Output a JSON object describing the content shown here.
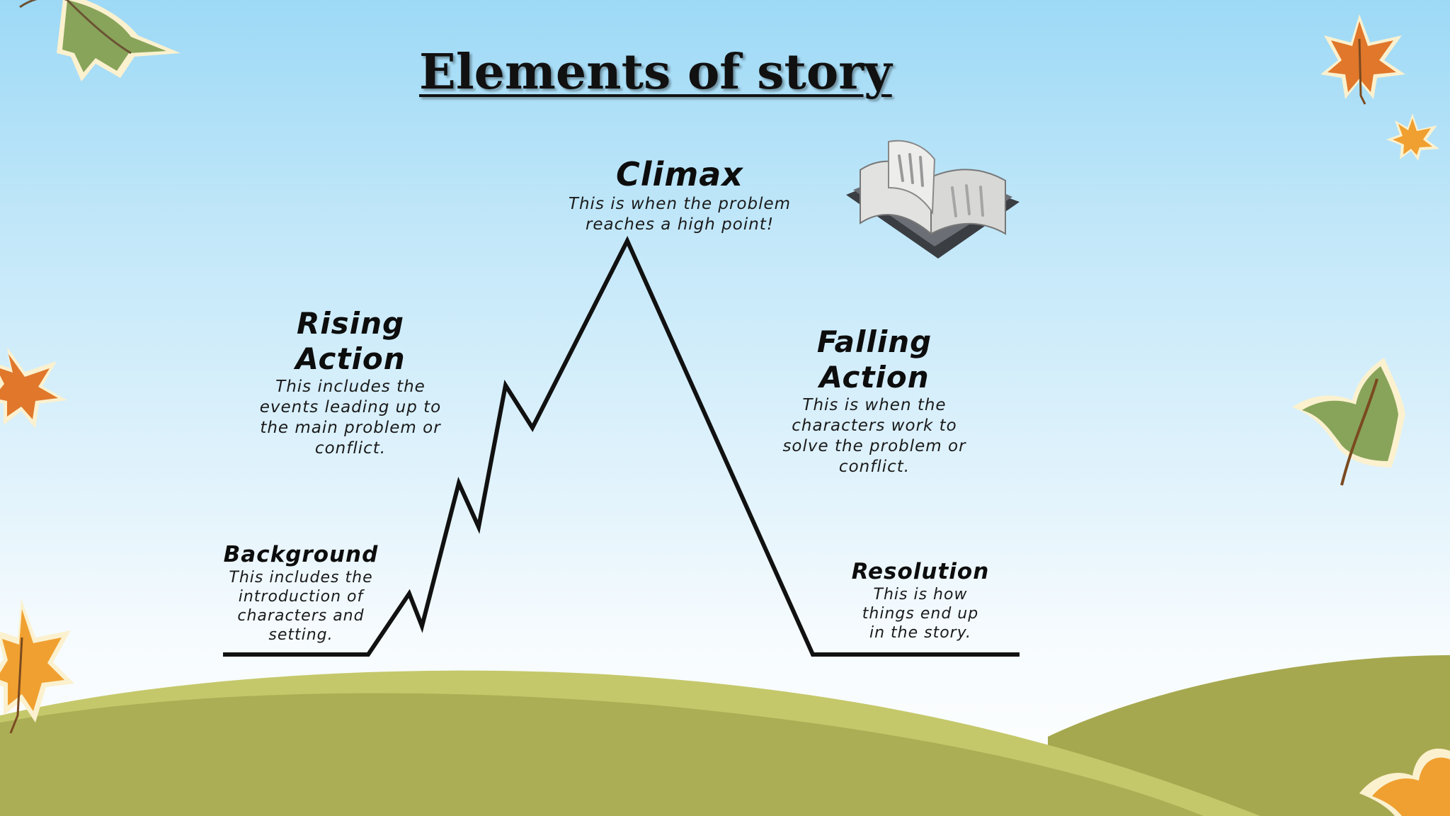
{
  "title": "Elements of story",
  "stages": [
    {
      "key": "background",
      "heading": "Background",
      "description": "This includes the introduction of characters and setting."
    },
    {
      "key": "rising",
      "heading": "Rising Action",
      "description": "This includes the events leading up to the main problem or conflict."
    },
    {
      "key": "climax",
      "heading": "Climax",
      "description": "This is when the problem reaches a high point!"
    },
    {
      "key": "falling",
      "heading": "Falling Action",
      "description": "This is when the characters work to solve the problem or conflict."
    },
    {
      "key": "resolution",
      "heading": "Resolution",
      "description": "This is how things end up in the story."
    }
  ],
  "decorations": {
    "icons": [
      "maple-leaf-icon",
      "open-book-icon"
    ],
    "colors": {
      "sky_top": "#9dd9f6",
      "hill_light": "#c2c768",
      "hill_dark": "#a8ab52",
      "line": "#111111"
    }
  }
}
